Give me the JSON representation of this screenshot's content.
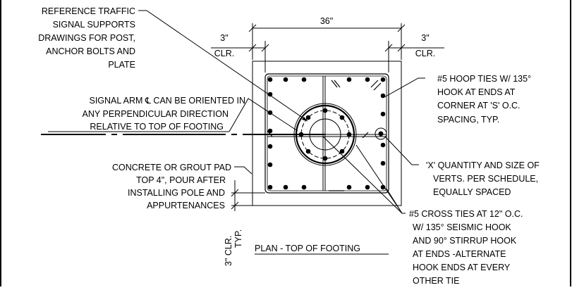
{
  "annotations": {
    "reference_lines": [
      "REFERENCE TRAFFIC",
      "SIGNAL SUPPORTS",
      "DRAWINGS FOR POST,",
      "ANCHOR BOLTS AND",
      "PLATE"
    ],
    "signal_arm_lines": [
      "SIGNAL ARM ℄ CAN BE ORIENTED IN",
      "ANY PERPENDICULAR DIRECTION",
      "RELATIVE TO TOP OF FOOTING"
    ],
    "concrete_lines": [
      "CONCRETE OR GROUT PAD",
      "TOP 4\", POUR AFTER",
      "INSTALLING POLE AND",
      "APPURTENANCES"
    ],
    "hoop_lines": [
      "#5 HOOP TIES W/ 135°",
      "HOOK AT ENDS AT",
      "CORNER AT 'S' O.C.",
      "SPACING, TYP."
    ],
    "verts_lines": [
      "'X' QUANTITY AND SIZE OF",
      "VERTS. PER SCHEDULE,",
      "EQUALLY SPACED"
    ],
    "cross_lines": [
      "#5 CROSS TIES AT 12\" O.C.",
      "W/ 135° SEISMIC HOOK",
      "AND 90° STIRRUP HOOK",
      "AT ENDS -ALTERNATE",
      "HOOK ENDS AT EVERY",
      "OTHER TIE"
    ]
  },
  "dimensions": {
    "overall_width": "36\"",
    "clear_left_value": "3\"",
    "clear_left_label": "CLR.",
    "clear_right_value": "3\"",
    "clear_right_label": "CLR.",
    "clear_bottom_value": "3\" CLR.",
    "clear_bottom_label": "TYP."
  },
  "title": "PLAN - TOP OF FOOTING"
}
